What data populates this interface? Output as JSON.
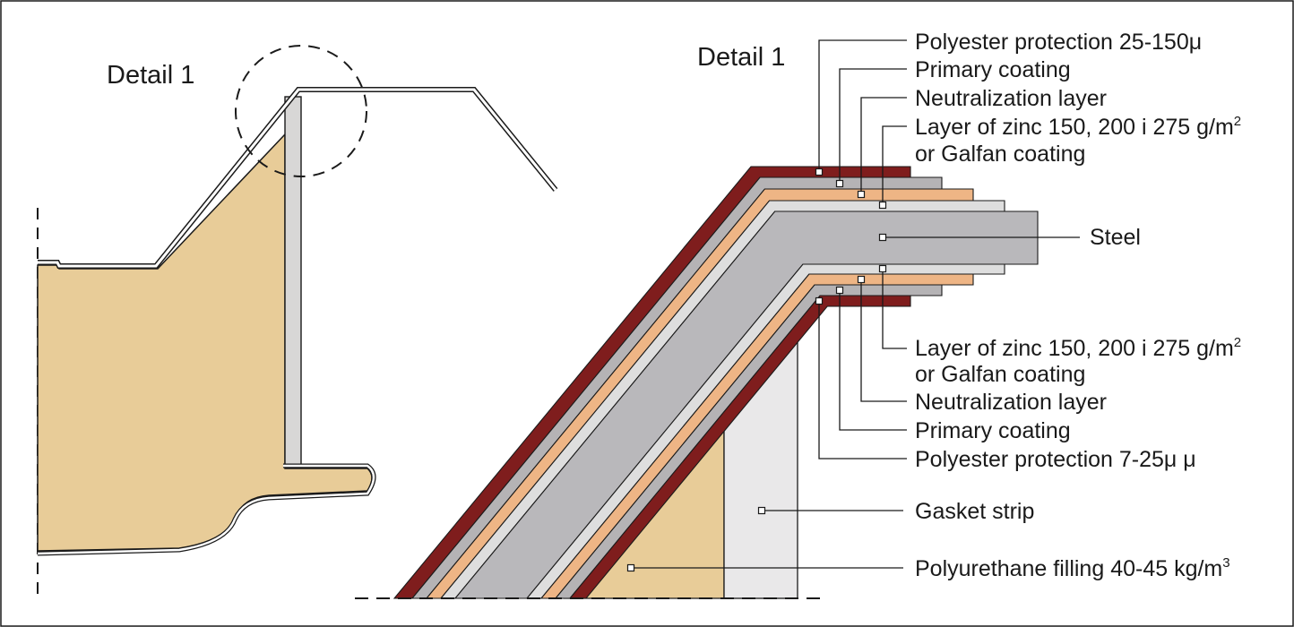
{
  "left_figure": {
    "title": "Detail 1"
  },
  "right_figure": {
    "title": "Detail 1"
  },
  "labels": {
    "top": [
      {
        "text": "Polyester protection 25-150μ"
      },
      {
        "text": "Primary coating"
      },
      {
        "text": "Neutralization layer"
      },
      {
        "text": "Layer of zinc 150, 200 i 275 g/m",
        "sup": "2"
      },
      {
        "text": "or Galfan coating"
      }
    ],
    "steel": {
      "text": "Steel"
    },
    "bottom": [
      {
        "text": "Layer of zinc  150, 200 i 275 g/m",
        "sup": "2"
      },
      {
        "text": "or Galfan coating"
      },
      {
        "text": "Neutralization layer"
      },
      {
        "text": "Primary coating"
      },
      {
        "text": "Polyester protection 7-25μ μ"
      }
    ],
    "gasket": {
      "text": "Gasket strip"
    },
    "filling": {
      "text": "Polyurethane filling 40-45 kg/m",
      "sup": "3"
    }
  },
  "colors": {
    "polyester": "#7f1d1d",
    "primary": "#b5b3b5",
    "neutralization": "#eeb585",
    "zinc": "#dedede",
    "steel": "#b9b8bb",
    "polyurethane": "#e8cc98",
    "gasket": "#e9e8e9",
    "line": "#1a1a1a"
  }
}
